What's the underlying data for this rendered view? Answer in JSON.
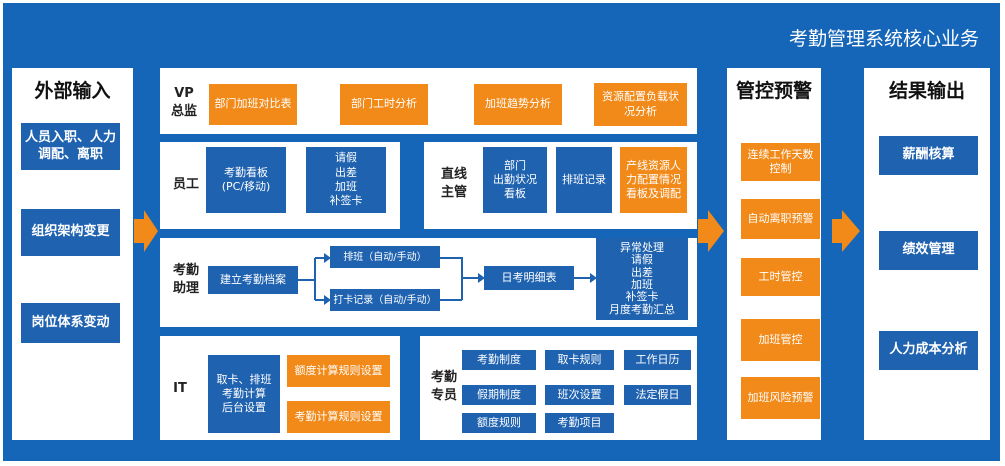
{
  "title": "考勤管理系统核心业务",
  "colors": {
    "background": "#1565b8",
    "box_blue": "#1f62b0",
    "box_orange": "#f28a1a",
    "arrow": "#f28a1a",
    "panel": "#ffffff"
  },
  "input": {
    "header": "外部输入",
    "items": [
      "人员入职、人力调配、离职",
      "组织架构变更",
      "岗位体系变动"
    ]
  },
  "vp": {
    "label": "VP\n总监",
    "items": [
      "部门加班对比表",
      "部门工时分析",
      "加班趋势分析",
      "资源配置负载状况分析"
    ]
  },
  "staff": {
    "label": "员工",
    "items": [
      "考勤看板\n(PC/移动)",
      "请假\n出差\n加班\n补签卡"
    ]
  },
  "manager": {
    "label": "直线\n主管",
    "items": [
      "部门\n出勤状况\n看板",
      "排班记录",
      "产线资源人力配置情况看板及调配"
    ]
  },
  "assistant": {
    "label": "考勤\n助理",
    "create": "建立考勤档案",
    "schedule": "排班（自动/手动）",
    "clock": "打卡记录（自动/手动）",
    "daily": "日考明细表",
    "summary": "异常处理\n请假\n出差\n加班\n补签卡\n月度考勤汇总"
  },
  "it": {
    "label": "IT",
    "backend": "取卡、排班\n考勤计算\n后台设置",
    "items": [
      "额度计算规则设置",
      "考勤计算规则设置"
    ]
  },
  "specialist": {
    "label": "考勤\n专员",
    "items": [
      "考勤制度",
      "取卡规则",
      "工作日历",
      "假期制度",
      "班次设置",
      "法定假日",
      "额度规则",
      "考勤项目"
    ]
  },
  "control": {
    "header": "管控预警",
    "items": [
      "连续工作天数控制",
      "自动离职预警",
      "工时管控",
      "加班管控",
      "加班风险预警"
    ]
  },
  "output": {
    "header": "结果输出",
    "items": [
      "薪酬核算",
      "绩效管理",
      "人力成本分析"
    ]
  }
}
